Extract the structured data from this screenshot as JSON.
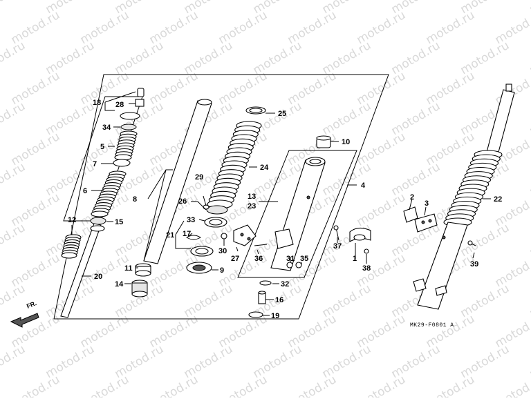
{
  "watermark": "motod.ru",
  "diagram_code": "MK29-F0801 A",
  "front_indicator": "FR.",
  "callouts": [
    {
      "id": "c1",
      "label": "1"
    },
    {
      "id": "c2",
      "label": "2"
    },
    {
      "id": "c3",
      "label": "3"
    },
    {
      "id": "c4",
      "label": "4"
    },
    {
      "id": "c5",
      "label": "5"
    },
    {
      "id": "c6",
      "label": "6"
    },
    {
      "id": "c7",
      "label": "7"
    },
    {
      "id": "c8",
      "label": "8"
    },
    {
      "id": "c9",
      "label": "9"
    },
    {
      "id": "c10",
      "label": "10"
    },
    {
      "id": "c11",
      "label": "11"
    },
    {
      "id": "c12",
      "label": "12"
    },
    {
      "id": "c13",
      "label": "13"
    },
    {
      "id": "c14",
      "label": "14"
    },
    {
      "id": "c15",
      "label": "15"
    },
    {
      "id": "c16",
      "label": "16"
    },
    {
      "id": "c17",
      "label": "17"
    },
    {
      "id": "c18",
      "label": "18"
    },
    {
      "id": "c19",
      "label": "19"
    },
    {
      "id": "c20",
      "label": "20"
    },
    {
      "id": "c21",
      "label": "21"
    },
    {
      "id": "c22",
      "label": "22"
    },
    {
      "id": "c23",
      "label": "23"
    },
    {
      "id": "c24",
      "label": "24"
    },
    {
      "id": "c25",
      "label": "25"
    },
    {
      "id": "c26",
      "label": "26"
    },
    {
      "id": "c27",
      "label": "27"
    },
    {
      "id": "c28",
      "label": "28"
    },
    {
      "id": "c29",
      "label": "29"
    },
    {
      "id": "c30",
      "label": "30"
    },
    {
      "id": "c31",
      "label": "31"
    },
    {
      "id": "c32",
      "label": "32"
    },
    {
      "id": "c33",
      "label": "33"
    },
    {
      "id": "c34",
      "label": "34"
    },
    {
      "id": "c35",
      "label": "35"
    },
    {
      "id": "c36",
      "label": "36"
    },
    {
      "id": "c37",
      "label": "37"
    },
    {
      "id": "c38",
      "label": "38"
    },
    {
      "id": "c39",
      "label": "39"
    }
  ]
}
